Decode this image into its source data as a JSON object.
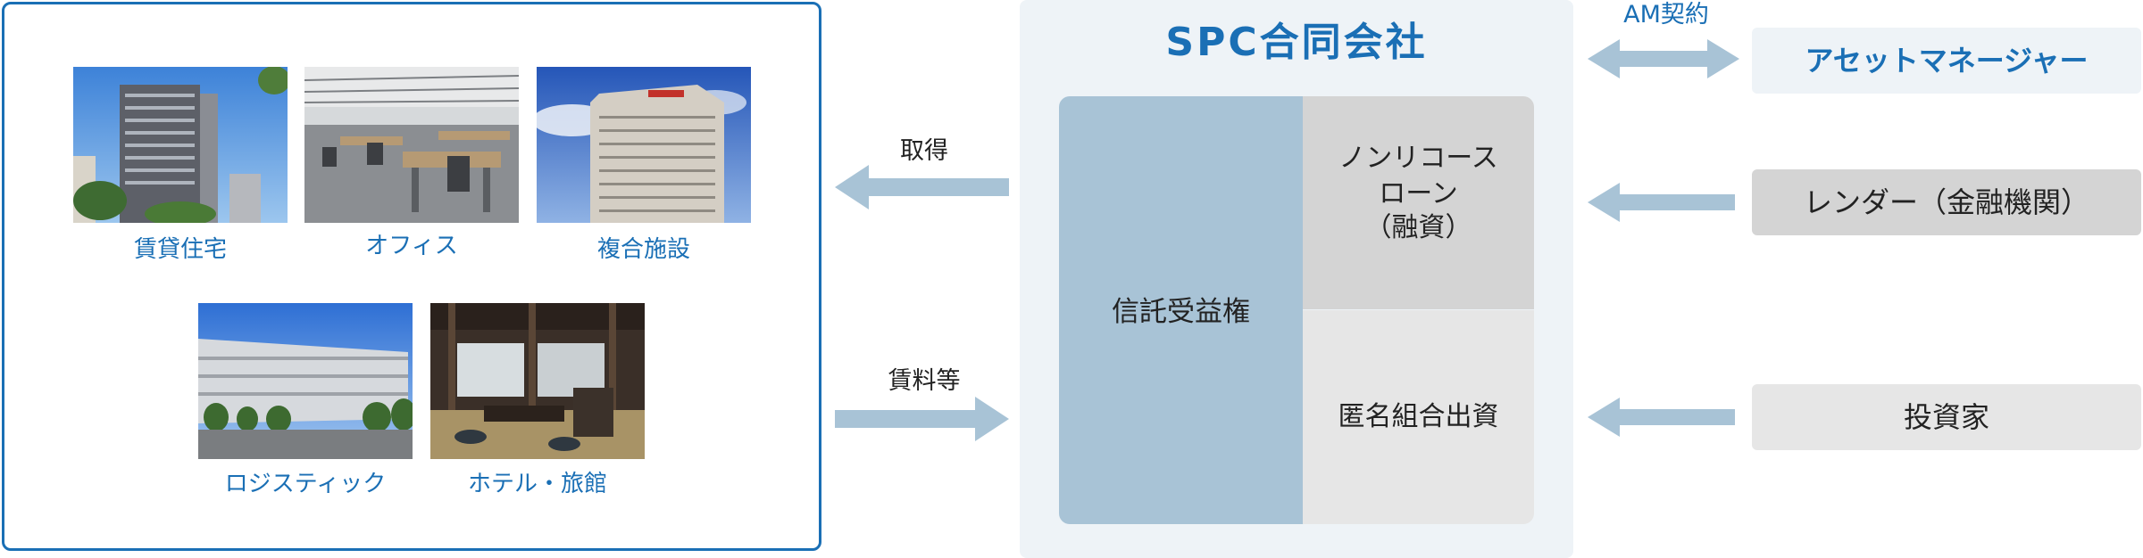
{
  "assets": {
    "photos": [
      {
        "label": "賃貸住宅",
        "icon": "apartment-building-photo"
      },
      {
        "label": "オフィス",
        "icon": "office-interior-photo"
      },
      {
        "label": "複合施設",
        "icon": "hotel-tower-photo"
      },
      {
        "label": "ロジスティック",
        "icon": "warehouse-photo"
      },
      {
        "label": "ホテル・旅館",
        "icon": "ryokan-interior-photo"
      }
    ]
  },
  "flows": {
    "acquisition": "取得",
    "rent": "賃料等"
  },
  "spc": {
    "title": "SPC合同会社",
    "trust": "信託受益権",
    "loan_line1": "ノンリコース",
    "loan_line2": "ローン",
    "loan_line3": "（融資）",
    "equity": "匿名組合出資"
  },
  "parties": {
    "am_contract": "AM契約",
    "asset_manager": "アセットマネージャー",
    "lender": "レンダー（金融機関）",
    "investor": "投資家"
  },
  "colors": {
    "accent": "#1a6fb5",
    "arrow": "#a8c3d6",
    "spc_bg": "#eef3f7"
  }
}
